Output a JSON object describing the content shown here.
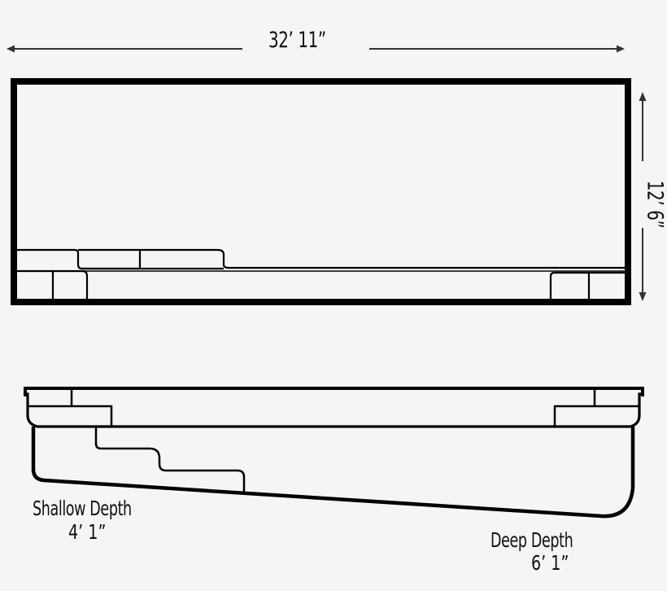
{
  "diagram": {
    "type": "pool-plan-and-section",
    "background_color": "#f5f5f5",
    "line_color": "#000000",
    "dimensions": {
      "width_label": "32’ 11”",
      "length_label": "12’ 6”"
    },
    "plan_view": {
      "description": "Top-down pool outline with steps at shallow end and bench at deep end"
    },
    "section_view": {
      "description": "Side profile with sloped floor from shallow to deep end",
      "shallow": {
        "title": "Shallow Depth",
        "value": "4’ 1”"
      },
      "deep": {
        "title": "Deep Depth",
        "value": "6’ 1”"
      }
    }
  }
}
